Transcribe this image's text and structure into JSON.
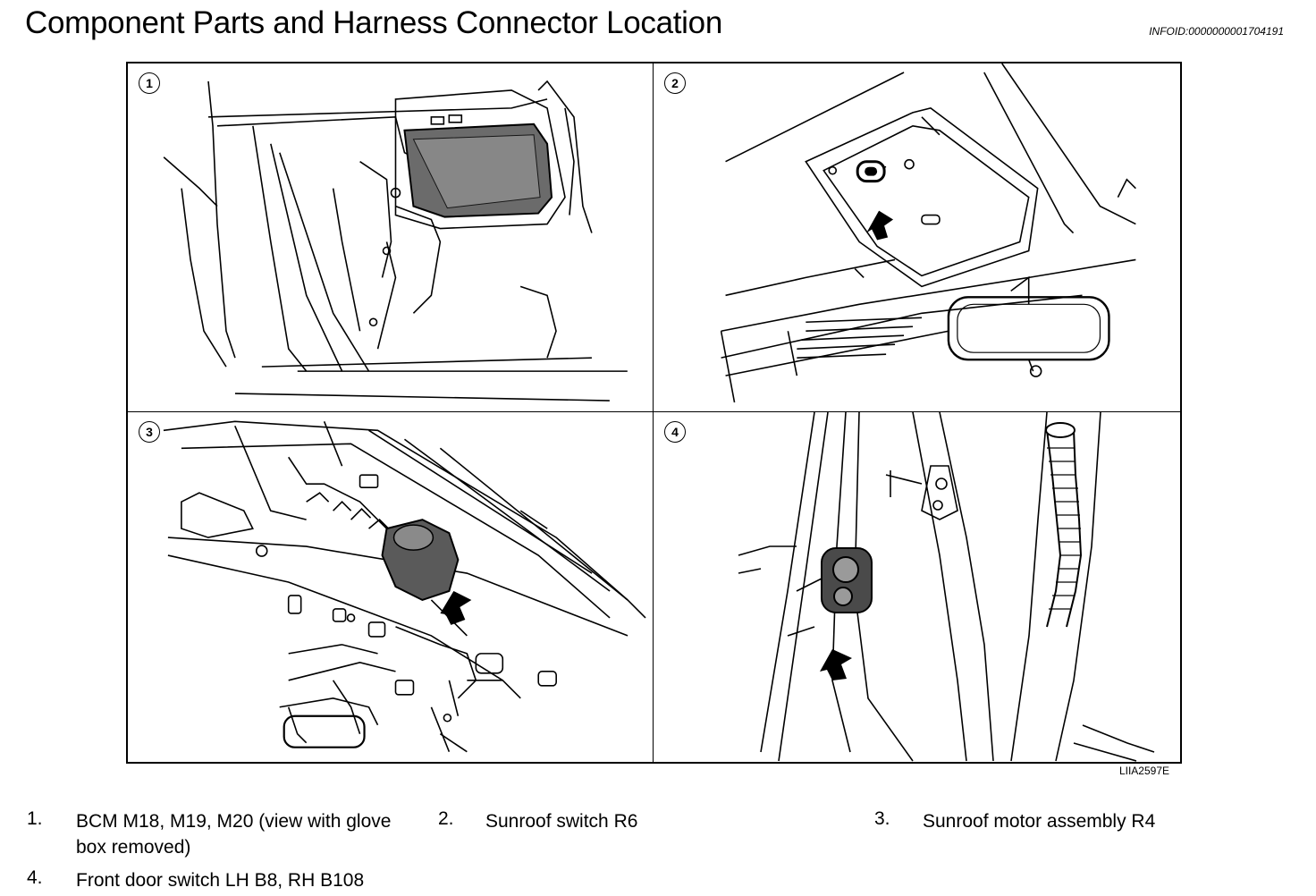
{
  "header": {
    "title": "Component Parts and Harness Connector Location",
    "info_id": "INFOID:0000000001704191"
  },
  "figure": {
    "code": "LIIA2597E",
    "panels": [
      {
        "number": "1"
      },
      {
        "number": "2"
      },
      {
        "number": "3"
      },
      {
        "number": "4"
      }
    ]
  },
  "legend": [
    {
      "num": "1.",
      "text": "BCM M18, M19, M20 (view with glove box removed)",
      "line1": "BCM M18, M19, M20 (view with glove",
      "line2": "box removed)"
    },
    {
      "num": "2.",
      "text": "Sunroof switch R6"
    },
    {
      "num": "3.",
      "text": "Sunroof motor assembly R4"
    },
    {
      "num": "4.",
      "text": "Front door switch LH B8, RH B108"
    }
  ]
}
